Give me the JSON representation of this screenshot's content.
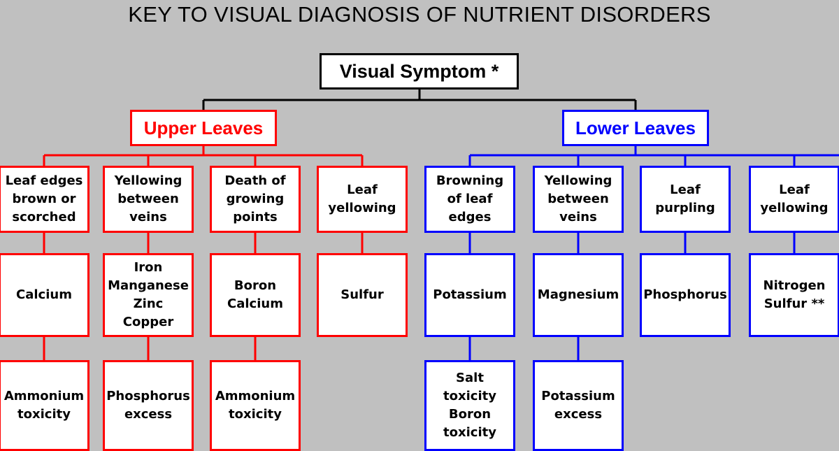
{
  "title": "KEY TO VISUAL DIAGNOSIS OF NUTRIENT DISORDERS",
  "root": "Visual Symptom *",
  "colors": {
    "upper": "#ff0000",
    "lower": "#0000ff",
    "root": "#000000",
    "background": "#c0c0c0"
  },
  "upper": {
    "label": "Upper Leaves",
    "symptoms": [
      {
        "symptom": "Leaf edges\nbrown or\nscorched",
        "cause": "Calcium",
        "secondary": "Ammonium\ntoxicity"
      },
      {
        "symptom": "Yellowing\nbetween\nveins",
        "cause": "Iron\nManganese\nZinc\nCopper",
        "secondary": "Phosphorus\nexcess"
      },
      {
        "symptom": "Death of\ngrowing\npoints",
        "cause": "Boron\nCalcium",
        "secondary": "Ammonium\ntoxicity"
      },
      {
        "symptom": "Leaf\nyellowing",
        "cause": "Sulfur"
      }
    ]
  },
  "lower": {
    "label": "Lower Leaves",
    "symptoms": [
      {
        "symptom": "Browning\nof leaf\nedges",
        "cause": "Potassium",
        "secondary": "Salt\ntoxicity\nBoron\ntoxicity"
      },
      {
        "symptom": "Yellowing\nbetween\nveins",
        "cause": "Magnesium",
        "secondary": "Potassium\nexcess"
      },
      {
        "symptom": "Leaf\npurpling",
        "cause": "Phosphorus"
      },
      {
        "symptom": "Leaf\nyellowing",
        "cause": "Nitrogen\nSulfur **"
      }
    ]
  }
}
